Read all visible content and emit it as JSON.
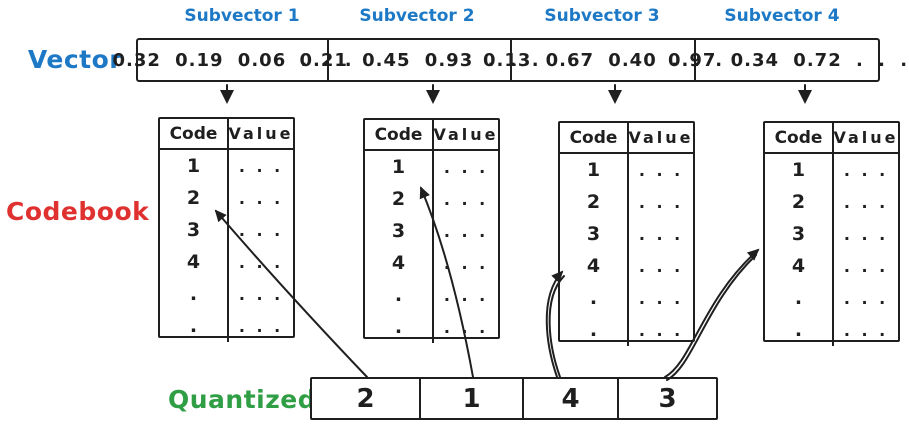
{
  "labels": {
    "vector": "Vector",
    "codebook": "Codebook",
    "quantized": "Quantized"
  },
  "colors": {
    "blue": "#1d79c6",
    "red": "#e03131",
    "green": "#2f9e44",
    "ink": "#1f1f1f"
  },
  "vector": {
    "subvectors": [
      {
        "label": "Subvector 1",
        "values": "0.32 0.19 0.06 . . ."
      },
      {
        "label": "Subvector 2",
        "values": "0.21 0.45 0.93 . . ."
      },
      {
        "label": "Subvector 3",
        "values": "0.13 0.67 0.40 . . ."
      },
      {
        "label": "Subvector 4",
        "values": "0.97 0.34 0.72 . . ."
      }
    ]
  },
  "codebook": {
    "headers": [
      "Code",
      "Value"
    ],
    "row_codes": [
      "1",
      "2",
      "3",
      "4",
      ".",
      "."
    ],
    "row_value": ". . ."
  },
  "quantized": {
    "values": [
      "2",
      "1",
      "4",
      "3"
    ]
  },
  "mappings": [
    {
      "subvector": "Subvector 1",
      "selected_code": "2"
    },
    {
      "subvector": "Subvector 2",
      "selected_code": "1"
    },
    {
      "subvector": "Subvector 3",
      "selected_code": "4"
    },
    {
      "subvector": "Subvector 4",
      "selected_code": "3"
    }
  ]
}
